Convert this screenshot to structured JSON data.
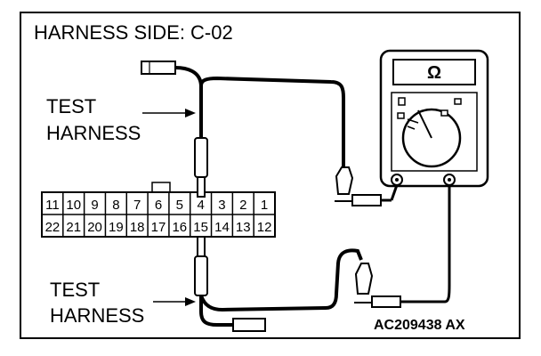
{
  "title": "HARNESS SIDE: C-02",
  "test_harness_upper": [
    "TEST",
    "HARNESS"
  ],
  "test_harness_lower": [
    "TEST",
    "HARNESS"
  ],
  "meter_symbol": "Ω",
  "connector": {
    "top_row": [
      "11",
      "10",
      "9",
      "8",
      "7",
      "6",
      "5",
      "4",
      "3",
      "2",
      "1"
    ],
    "bottom_row": [
      "22",
      "21",
      "20",
      "19",
      "18",
      "17",
      "16",
      "15",
      "14",
      "13",
      "12"
    ]
  },
  "reference_code": "AC209438 AX"
}
